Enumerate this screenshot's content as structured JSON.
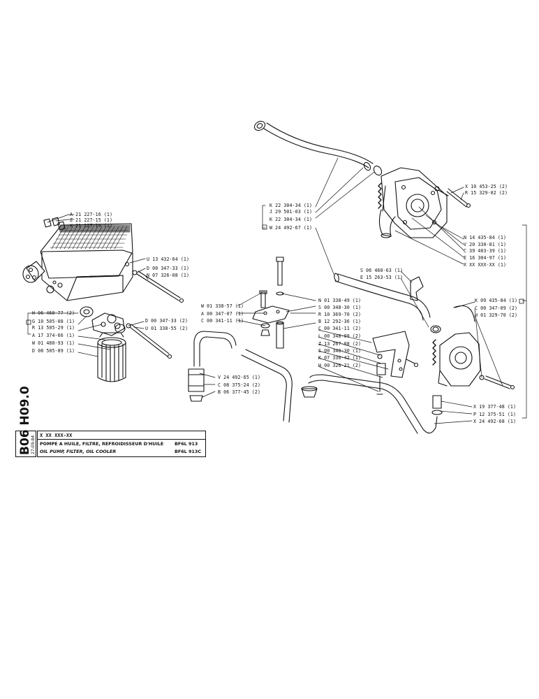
{
  "sheet": {
    "code": "B06 H09.0",
    "date": "27-09-84",
    "ref_code": "X XX XXX-XX",
    "title_fr": "POMPE A HUILE, FILTRE, REFROIDISSEUR D'HUILE",
    "title_en": "OIL PUMP, FILTER, OIL COOLER",
    "model_fr": "BF6L 913",
    "model_en": "BF6L 913C"
  },
  "labels": {
    "a21227_16": "A 21 227-16 (1)",
    "z21227_15": "Z 21 227-15 (1)",
    "x21227_14": "X 21 227-14 (1)",
    "u13432_64": "U 13 432-64 (1)",
    "d00347_33_1": "D 00 347-33 (1)",
    "n07326_08": "N 07 326-08 (1)",
    "h06460_77": "H 06 460-77 (2)",
    "g10505_08": "G 10 505-08 (1)",
    "r13505_29": "R 13 505-29 (1)",
    "a17374_66": "A 17 374-66 (1)",
    "w01480_93": "W 01 480-93 (1)",
    "d08505_89": "D 08 505-89 (1)",
    "d00347_33_2": "D 00 347-33 (2)",
    "u01338_55": "U 01 338-55 (2)",
    "k22304_34_a": "K 22 304-34 (1)",
    "j29501_03": "J 29 501-03 (1)",
    "k22304_34_b": "K 22 304-34 (1)",
    "w24492_67": "W 24 492-67 (1)",
    "x10453_25": "X 10 453-25 (2)",
    "r15329_02": "R 15 329-02 (2)",
    "n14435_84": "N 14 435-84 (1)",
    "v20330_81": "V 20 330-81 (1)",
    "c39403_39": "C 39 403-39 (1)",
    "e16304_97": "E 16 304-97 (1)",
    "xxxxx": "X XX XXX-XX (1)",
    "s06460_63": "S 06 460-63 (1)",
    "e15263_53": "E 15 263-53 (1)",
    "n01338_49": "N 01 338-49 (1)",
    "s00348_30_a": "S 00 348-30 (1)",
    "r10369_70": "R 10 369-70 (2)",
    "b12292_36": "B 12 292-36 (1)",
    "w01338_57": "W 01 338-57 (1)",
    "a00347_07": "A 00 347-07 (1)",
    "c00341_11_a": "C 00 341-11 (1)",
    "k09435_84": "K 09 435-84 (1)",
    "c00347_09": "C 00 347-09 (2)",
    "h01329_70": "H 01 329-70 (2)",
    "c00341_11_b": "C 00 341-11 (2)",
    "l00348_09": "L 00 348-09 (2)",
    "z13267_08": "Z 13 267-08 (2)",
    "s00348_30_b": "S 00 348-30 (1)",
    "k07330_42": "K 07 330-42 (1)",
    "h00326_21": "H 00 326-21 (2)",
    "v24492_65": "V 24 492-65 (1)",
    "c08375_24": "C 08 375-24 (2)",
    "b06377_45": "B 06 377-45 (2)",
    "x19377_48": "X 19 377-48 (1)",
    "p12375_51": "P 12 375-51 (1)",
    "x24492_68": "X 24 492-68 (1)"
  }
}
